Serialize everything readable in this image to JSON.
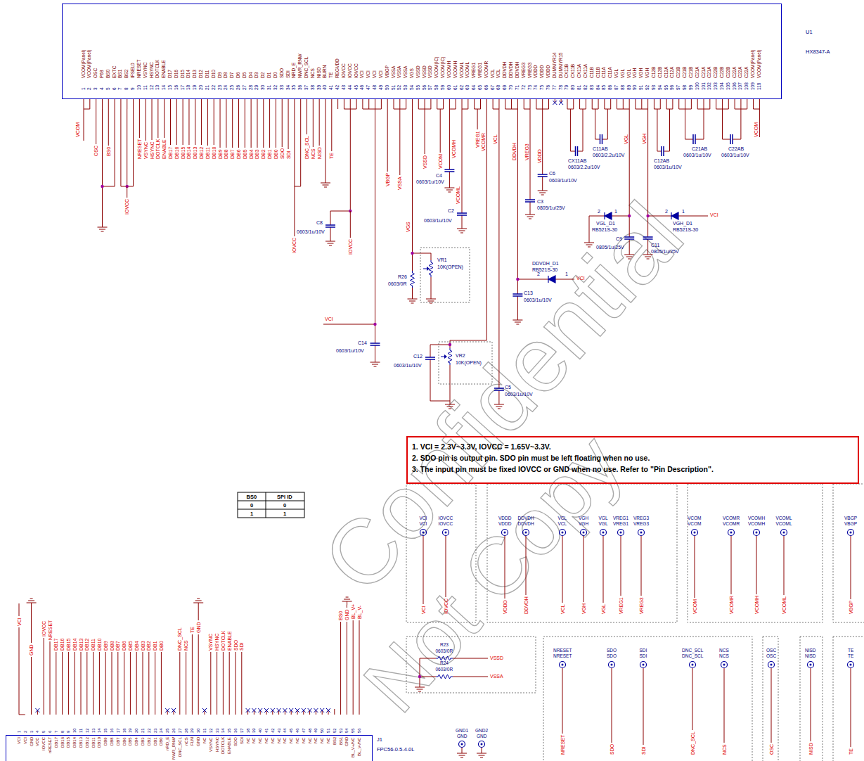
{
  "diagram": {
    "nodes": [
      {
        "text": [
          "U1",
          "HX8347-A"
        ]
      },
      {
        "text": [
          "J1",
          "FPC56-0.5-4.0L"
        ]
      },
      {
        "text": [
          "1. VCI = 2.3V~3.3V, IOVCC = 1.65V~3.3V.",
          "2. SDO pin is output pin. SDO pin must be left floating when no use.",
          "3. The input pin must be fixed IOVCC or GND when no use. Refer to \"Pin Description\"."
        ]
      }
    ],
    "labels": [
      "VCOM(Panel)",
      "VCOM(Panel)",
      "OSC",
      "P68",
      "BS0",
      "EXTC",
      "BS1",
      "BS2",
      "IFSEL0",
      "NRESET",
      "VSYNC",
      "HSYNC",
      "DOTCLK",
      "ENABLE",
      "D17",
      "D16",
      "D15",
      "D14",
      "D13",
      "D12",
      "D11",
      "D10",
      "D9",
      "D8",
      "D7",
      "D6",
      "D5",
      "D4",
      "D3",
      "D2",
      "D1",
      "D0",
      "SDO",
      "SDI",
      "NRD_E",
      "NWR_RNW",
      "DNC_SCL",
      "NCS",
      "NISD",
      "BURN",
      "TE",
      "REGVDD",
      "IOVCC",
      "IOVCC",
      "IOVCC",
      "VCI",
      "VCI",
      "VCI",
      "VCI",
      "VBGP",
      "VSSA",
      "VSSA",
      "VSSA",
      "VGS",
      "VSSD",
      "VSSD",
      "VSSD",
      "VCOM(IC)",
      "VCOM(IC)",
      "VCOMH",
      "VCOMH",
      "VCOML",
      "VCOML",
      "VREG1",
      "VREG1",
      "VCOMR",
      "VCL",
      "VCL",
      "DDVDH",
      "DDVDH",
      "DDVDH",
      "VREG3",
      "VREG3",
      "VDDD",
      "VDDD",
      "VDDD",
      "DUMMYR14",
      "DUMMYR15",
      "CX11B",
      "CX11B",
      "CX11A",
      "CX11A",
      "C11B",
      "C11B",
      "C11A",
      "C11A",
      "VGL",
      "VGL",
      "VGL",
      "VGH",
      "VGH",
      "VGH",
      "C12B",
      "C12B",
      "C12A",
      "C12A",
      "C21B",
      "C21B",
      "C21B",
      "C21A",
      "C21A",
      "C21A",
      "C22B",
      "C22B",
      "C22B",
      "C22A",
      "C22A",
      "C22A",
      "VCOM(Panel)",
      "VCOM(Panel)",
      "1",
      "2",
      "3",
      "4",
      "5",
      "6",
      "7",
      "8",
      "9",
      "10",
      "11",
      "12",
      "13",
      "14",
      "15",
      "16",
      "17",
      "18",
      "19",
      "20",
      "21",
      "22",
      "23",
      "24",
      "25",
      "26",
      "27",
      "28",
      "29",
      "30",
      "31",
      "32",
      "33",
      "34",
      "35",
      "36",
      "37",
      "38",
      "39",
      "40",
      "41",
      "42",
      "43",
      "44",
      "45",
      "46",
      "47",
      "48",
      "49",
      "50",
      "51",
      "52",
      "53",
      "54",
      "55",
      "56",
      "57",
      "58",
      "59",
      "60",
      "61",
      "62",
      "63",
      "64",
      "65",
      "66",
      "67",
      "68",
      "69",
      "70",
      "71",
      "72",
      "73",
      "74",
      "75",
      "76",
      "77",
      "78",
      "79",
      "80",
      "81",
      "82",
      "83",
      "84",
      "85",
      "86",
      "87",
      "88",
      "89",
      "90",
      "91",
      "92",
      "93",
      "94",
      "95",
      "96",
      "97",
      "98",
      "99",
      "100",
      "101",
      "102",
      "103",
      "104",
      "105",
      "106",
      "107",
      "108",
      "109",
      "110",
      "VCOM",
      "OSC",
      "BS0",
      "NRESET",
      "VSYNC",
      "HSYNC",
      "DOTCLK",
      "ENABLE",
      "DB17",
      "DB16",
      "DB15",
      "DB14",
      "DB13",
      "DB12",
      "DB11",
      "DB10",
      "DB9",
      "DB8",
      "DB7",
      "DB6",
      "DB5",
      "DB4",
      "DB3",
      "DB2",
      "DB1",
      "DB0",
      "SDO",
      "SDI",
      "DNC_SCL",
      "NCS",
      "NISD",
      "TE",
      "IOVCC",
      "IOVCC",
      "IOVCC",
      "VBGP",
      "VSSA",
      "VSSD",
      "VCOM",
      "VCOMH",
      "VCOML",
      "VREG1",
      "VCOMR",
      "VCL",
      "VGS",
      "DDVDH",
      "VREG3",
      "VDDD",
      "VGL",
      "VGH",
      "VCOM",
      "VCI",
      "VCI",
      "VCI",
      "C8",
      "0603/1u/10V",
      "C14",
      "0603/1u/10V",
      "C4",
      "0603/1u/10V",
      "C2",
      "0603/1u/10V",
      "R26",
      "0603/0R",
      "VR1",
      "10K(OPEN)",
      "C12",
      "0603/1u/10V",
      "VR2",
      "10K(OPEN)",
      "C5",
      "0603/1u/10V",
      "C3",
      "0805/1u/25V",
      "C6",
      "0603/1u/10V",
      "CX11AB",
      "0603/2.2u/10V",
      "C11AB",
      "0603/2.2u/10V",
      "C12AB",
      "0603/1u/10V",
      "C21AB",
      "0603/1u/10V",
      "C22AB",
      "0603/1u/10V",
      "VGL_D1",
      "RB521S-30",
      "2",
      "1",
      "VGH_D1",
      "RB521S-30",
      "2",
      "1",
      "C9",
      "0805/1u/25V",
      "C11",
      "0805/1u/25V",
      "DDVDH_D1",
      "RB521S-30",
      "2",
      "1",
      "C13",
      "0603/1u/10V",
      "BS0",
      "SPI ID",
      "0",
      "0",
      "1",
      "1",
      "VCI",
      "VCI",
      "VCI",
      "IOVCC",
      "IOVCC",
      "IOVCC",
      "VDDD",
      "VDDD",
      "VDDD",
      "DDVDH",
      "DDVDH",
      "DDVDH",
      "VCL",
      "VCL",
      "VCL",
      "VGH",
      "VGH",
      "VGH",
      "VGL",
      "VGL",
      "VGL",
      "VREG1",
      "VREG1",
      "VREG1",
      "VREG3",
      "VREG3",
      "VREG3",
      "VCOM",
      "VCOM",
      "VCOM",
      "VCOMR",
      "VCOMR",
      "VCOMR",
      "VCOMH",
      "VCOMH",
      "VCOMH",
      "VCOML",
      "VCOML",
      "VCOML",
      "VBGP",
      "VBGP",
      "VBGP",
      "NRESET",
      "NRESET",
      "NRESET",
      "SDO",
      "SDO",
      "SDO",
      "SDI",
      "SDI",
      "SDI",
      "DNC_SCL",
      "DNC_SCL",
      "DNC_SCL",
      "NCS",
      "NCS",
      "NCS",
      "OSC",
      "OSC",
      "OSC",
      "NISD",
      "NISD",
      "NISD",
      "TE",
      "TE",
      "TE",
      "R23",
      "0603/0R",
      "VSSD",
      "R24",
      "0603/0R",
      "VSSA",
      "GND1",
      "GND",
      "GND2",
      "GND",
      "VCI",
      "VCI",
      "GND",
      "VCC",
      "IOVCC",
      "nRESET",
      "DB17",
      "DB16",
      "DB15",
      "DB14",
      "DB13",
      "DB12",
      "DB11",
      "DB10",
      "DB9",
      "DB8",
      "DB7",
      "DB6",
      "DB5",
      "DB4",
      "DB3",
      "DB2",
      "DB1",
      "DB0",
      "nRD_E",
      "NWR_RNW",
      "DNC_SCL",
      "nCS",
      "FLM",
      "GND",
      "NC",
      "VSYNC",
      "HSYNC",
      "DOTCLK",
      "ENABLE",
      "SDO",
      "SDI",
      "NC",
      "NC",
      "NC",
      "NC",
      "NC",
      "NC",
      "NC",
      "NC",
      "NC",
      "NC",
      "NC",
      "NC",
      "NC",
      "NC",
      "BS2",
      "BS1",
      "GND",
      "BL_V+/NC",
      "BL_V-/NC",
      "1",
      "2",
      "3",
      "4",
      "5",
      "6",
      "7",
      "8",
      "9",
      "10",
      "11",
      "12",
      "13",
      "14",
      "15",
      "16",
      "17",
      "18",
      "19",
      "20",
      "21",
      "22",
      "23",
      "24",
      "25",
      "26",
      "27",
      "28",
      "29",
      "30",
      "31",
      "32",
      "33",
      "34",
      "35",
      "36",
      "37",
      "38",
      "39",
      "40",
      "41",
      "42",
      "43",
      "44",
      "45",
      "46",
      "47",
      "48",
      "49",
      "50",
      "51",
      "52",
      "53",
      "54",
      "55",
      "56",
      "VCI",
      "GND",
      "IOVCC",
      "NRESET",
      "DB17",
      "DB16",
      "DB15",
      "DB14",
      "DB13",
      "DB12",
      "DB11",
      "DB10",
      "DB9",
      "DB8",
      "DB7",
      "DB6",
      "DB5",
      "DB4",
      "DB3",
      "DB2",
      "DB1",
      "DB0",
      "DNC_SCL",
      "NCS",
      "TE",
      "GND",
      "VSYNC",
      "HSYNC",
      "DOTCLK",
      "ENABLE",
      "SDO",
      "SDI",
      "BS0",
      "GND",
      "BL_V+",
      "BL_V-",
      "Confidential",
      "Not Copy"
    ]
  }
}
